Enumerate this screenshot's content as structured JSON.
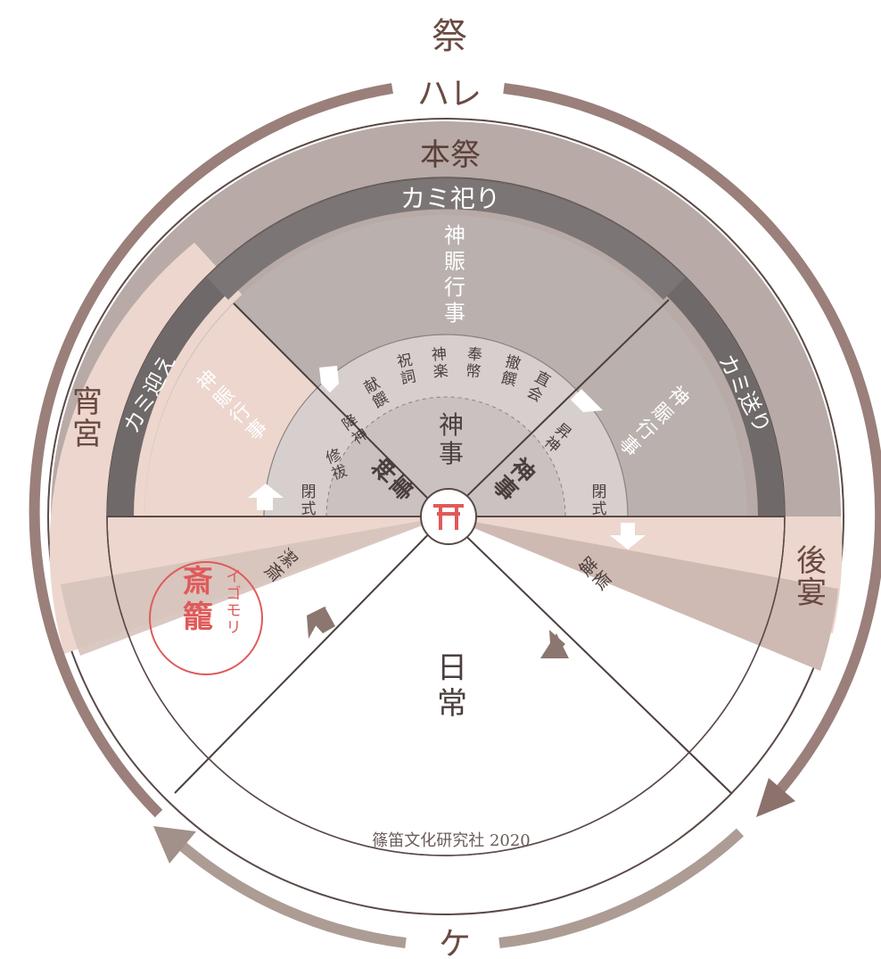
{
  "labels": {
    "festival": "祭",
    "hare": "ハレ",
    "ke": "ケ",
    "main_festival": "本祭",
    "kami_matsuri": "カミ祀り",
    "kami_mukae": "カミ迎え",
    "kami_okuri": "カミ送り",
    "yoimiya": "宵宮",
    "goen": "後宴",
    "shinshin_top": "神賑行事",
    "shinshin_left": "神賑行事",
    "shinshin_right": "神賑行事",
    "shinji_center": "神事",
    "shinji_left": "神事",
    "shinji_right": "神事",
    "heishiki_left": "閉式",
    "heishiki_right": "閉式",
    "shubatsu": "修祓",
    "koushin": "降神",
    "kensen": "献饌",
    "norito": "祝詞",
    "kagura": "神楽",
    "houhei": "奉幣",
    "tessen": "撤饌",
    "naorai": "直会",
    "shoushin": "昇神",
    "kessai": "潔斎",
    "kaisai": "解斎",
    "saikomori": "斎籠",
    "igomori": "イゴモリ",
    "nichijou": "日常",
    "torii": "⛩",
    "credit": "篠笛文化研究社 2020"
  },
  "colors": {
    "hare_ring": "#9a7f7a",
    "ke_ring": "#ac9c94",
    "outer_band": "#b8aaa6",
    "kami_band": "#6f6a69",
    "inner_gray": "#bab1ae",
    "pink": "#ecd6ce",
    "shinji": "#d2cbc9",
    "accent_red": "#e05a5a",
    "line": "#5a4a47",
    "text_brown": "#6a4a42"
  }
}
